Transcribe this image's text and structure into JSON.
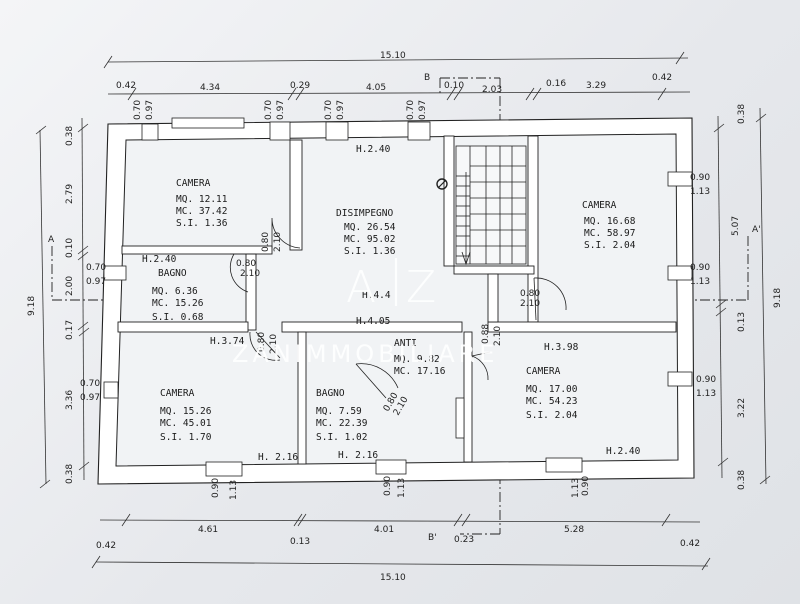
{
  "colors": {
    "ink": "#2a2a2a",
    "wall": "#ffffff",
    "paper": "#eef0f3",
    "watermark": "#ffffff"
  },
  "overall": {
    "top_total": "15.10",
    "bottom_total": "15.10",
    "left_total": "9.18",
    "right_total": "9.18"
  },
  "section_marks": {
    "b_top": "B",
    "b_bottom": "B'",
    "a_left": "A",
    "a_right": "A'"
  },
  "top_dims": {
    "d1": "0.42",
    "d2": "4.34",
    "d3": "0.29",
    "d4": "4.05",
    "d5": "0.10",
    "d6": "2.03",
    "d7": "0.16",
    "d8": "3.29",
    "d9": "0.42"
  },
  "bottom_dims": {
    "d1": "0.42",
    "d2": "4.61",
    "d3": "0.13",
    "d4": "4.01",
    "d5": "0.23",
    "d6": "5.28",
    "d7": "0.42"
  },
  "left_dims": {
    "d1": "0.38",
    "d2": "2.79",
    "d3": "0.10",
    "d4": "2.00",
    "d5": "0.17",
    "d6": "3.36",
    "d7": "0.38"
  },
  "right_dims": {
    "d1": "0.38",
    "d2": "5.07",
    "d3": "0.13",
    "d4": "3.22",
    "d5": "0.38"
  },
  "windows": {
    "top1_a": "0.70",
    "top1_b": "0.97",
    "top2_a": "0.70",
    "top2_b": "0.97",
    "top3_a": "0.70",
    "top3_b": "0.97",
    "top4_a": "0.70",
    "top4_b": "0.97",
    "left1_a": "0.70",
    "left1_b": "0.97",
    "left2_a": "0.70",
    "left2_b": "0.97",
    "right1_a": "0.90",
    "right1_b": "1.13",
    "right2_a": "0.90",
    "right2_b": "1.13",
    "right3_a": "0.90",
    "right3_b": "1.13",
    "bot1_a": "0.90",
    "bot1_b": "1.13",
    "bot2_a": "0.90",
    "bot2_b": "1.13",
    "bot3_a": "0.90",
    "bot3_b": "1.13"
  },
  "doors": {
    "door1_a": "0.80",
    "door1_b": "2.10",
    "door2_a": "0.80",
    "door2_b": "2.10",
    "door3_a": "0.80",
    "door3_b": "2.10",
    "door4_a": "0.80",
    "door4_b": "2.10",
    "door5_a": "0.88",
    "door5_b": "2.10",
    "door6_a": "0.80",
    "door6_b": "2.10"
  },
  "rooms": {
    "camera1": {
      "name": "CAMERA",
      "mq": "MQ. 12.11",
      "mc": "MC. 37.42",
      "si": "S.I. 1.36"
    },
    "disimpegno": {
      "name": "DISIMPEGNO",
      "mq": "MQ. 26.54",
      "mc": "MC. 95.02",
      "si": "S.I. 1.36",
      "h1": "H.2.40",
      "h2": "H.4.4",
      "h3": "H.4.05"
    },
    "camera2": {
      "name": "CAMERA",
      "mq": "MQ. 16.68",
      "mc": "MC. 58.97",
      "si": "S.I. 2.04"
    },
    "bagno1": {
      "name": "BAGNO",
      "mq": "MQ. 6.36",
      "mc": "MC. 15.26",
      "si": "S.I. 0.68",
      "h": "H.2.40"
    },
    "camera3": {
      "name": "CAMERA",
      "mq": "MQ. 15.26",
      "mc": "MC. 45.01",
      "si": "S.I. 1.70",
      "h": "H.3.74",
      "h2": "H. 2.16"
    },
    "bagno2": {
      "name": "BAGNO",
      "mq": "MQ. 7.59",
      "mc": "MC. 22.39",
      "si": "S.I. 1.02",
      "h": "H. 2.16"
    },
    "anti": {
      "name": "ANTI",
      "mq": "MQ. 9.82",
      "mc": "MC. 17.16"
    },
    "camera4": {
      "name": "CAMERA",
      "mq": "MQ. 17.00",
      "mc": "MC. 54.23",
      "si": "S.I. 2.04",
      "h": "H.3.98",
      "h2": "H.2.40"
    }
  },
  "watermark": {
    "logo_left": "A",
    "logo_right": "Z",
    "brand": "ZANIMMOBILIARE"
  }
}
